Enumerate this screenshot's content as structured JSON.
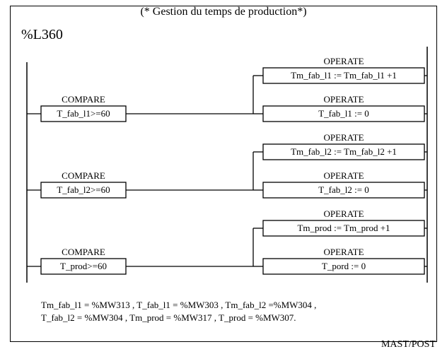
{
  "title": "(* Gestion du temps de production*)",
  "label": "%L360",
  "rungs": [
    {
      "compare_label": "COMPARE",
      "compare_expr": "T_fab_l1>=60",
      "operate1_label": "OPERATE",
      "operate1_expr": "Tm_fab_l1 := Tm_fab_l1 +1",
      "operate2_label": "OPERATE",
      "operate2_expr": "T_fab_l1 := 0"
    },
    {
      "compare_label": "COMPARE",
      "compare_expr": "T_fab_l2>=60",
      "operate1_label": "OPERATE",
      "operate1_expr": "Tm_fab_l2 := Tm_fab_l2 +1",
      "operate2_label": "OPERATE",
      "operate2_expr": "T_fab_l2 := 0"
    },
    {
      "compare_label": "COMPARE",
      "compare_expr": "T_prod>=60",
      "operate1_label": "OPERATE",
      "operate1_expr": "Tm_prod := Tm_prod +1",
      "operate2_label": "OPERATE",
      "operate2_expr": "T_pord := 0"
    }
  ],
  "footer": {
    "line1": "Tm_fab_l1 = %MW313 , T_fab_l1 = %MW303 , Tm_fab_l2 =%MW304 ,",
    "line2": "T_fab_l2 = %MW304 , Tm_prod = %MW317 , T_prod = %MW307."
  },
  "section_name": "MAST/POST"
}
